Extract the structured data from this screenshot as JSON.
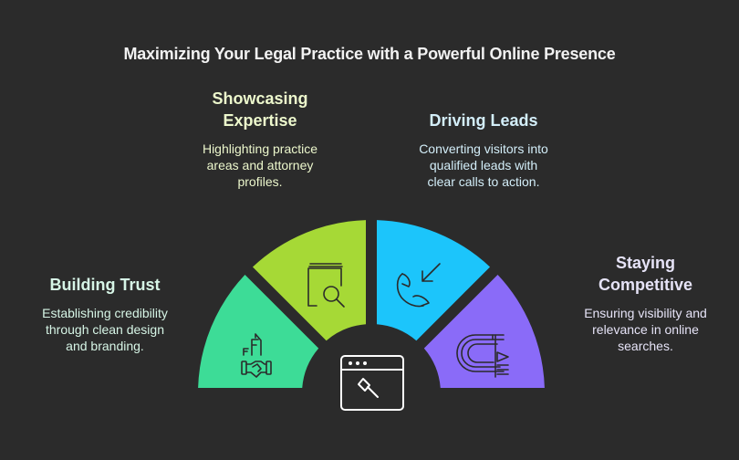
{
  "title": "Maximizing Your Legal Practice with a Powerful Online Presence",
  "segments": [
    {
      "id": "trust",
      "heading": "Building Trust",
      "description_lines": [
        "Establishing credibility",
        "through clean design",
        "and branding."
      ],
      "description": "Establishing credibility through clean design and branding.",
      "color": "#3ddc97",
      "icon": "handshake-building-icon"
    },
    {
      "id": "expertise",
      "heading_lines": [
        "Showcasing",
        "Expertise"
      ],
      "heading": "Showcasing Expertise",
      "description_lines": [
        "Highlighting practice",
        "areas and attorney",
        "profiles."
      ],
      "description": "Highlighting practice areas and attorney profiles.",
      "color": "#a6d936",
      "icon": "book-search-icon"
    },
    {
      "id": "leads",
      "heading": "Driving Leads",
      "description_lines": [
        "Converting visitors into",
        "qualified leads with",
        "clear calls to action."
      ],
      "description": "Converting visitors into qualified leads with clear calls to action.",
      "color": "#1cc5fb",
      "icon": "incoming-call-icon"
    },
    {
      "id": "competitive",
      "heading_lines": [
        "Staying",
        "Competitive"
      ],
      "heading": "Staying Competitive",
      "description_lines": [
        "Ensuring visibility and",
        "relevance in online",
        "searches."
      ],
      "description": "Ensuring visibility and relevance in online searches.",
      "color": "#8a6bf8",
      "icon": "race-track-flag-icon"
    }
  ],
  "center": {
    "icon": "browser-gavel-icon"
  },
  "colors": {
    "background": "#2b2b2b",
    "icon_stroke": "#2b2b2b",
    "center_icon_stroke": "#ffffff"
  }
}
